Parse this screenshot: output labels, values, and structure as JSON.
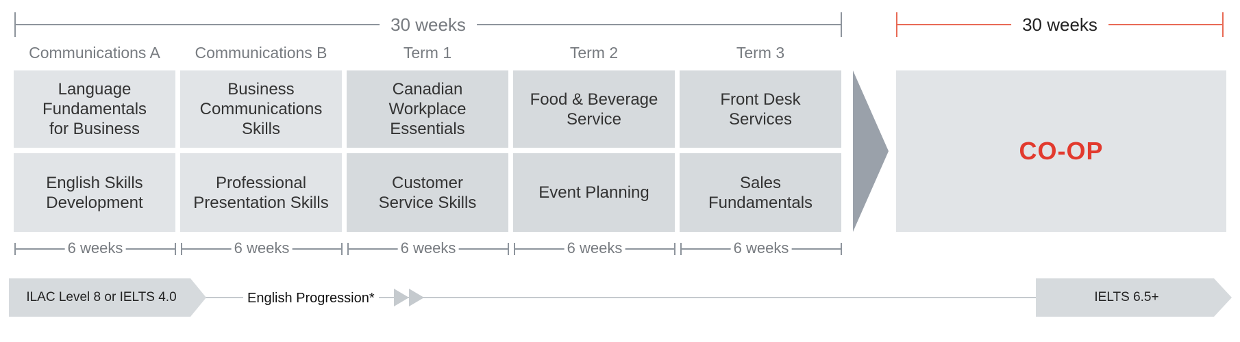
{
  "top": {
    "program_duration": "30 weeks",
    "coop_duration": "30 weeks"
  },
  "columns": [
    {
      "header": "Communications A",
      "top_course": "Language Fundamentals for Business",
      "bottom_course": "English Skills Development",
      "duration": "6 weeks"
    },
    {
      "header": "Communications B",
      "top_course": "Business Communications Skills",
      "bottom_course": "Professional Presentation Skills",
      "duration": "6 weeks"
    },
    {
      "header": "Term 1",
      "top_course": "Canadian Workplace Essentials",
      "bottom_course": "Customer Service Skills",
      "duration": "6 weeks"
    },
    {
      "header": "Term 2",
      "top_course": "Food & Beverage Service",
      "bottom_course": "Event Planning",
      "duration": "6 weeks"
    },
    {
      "header": "Term 3",
      "top_course": "Front Desk Services",
      "bottom_course": "Sales Fundamentals",
      "duration": "6 weeks"
    }
  ],
  "coop": {
    "label": "CO-OP"
  },
  "progression": {
    "start": "ILAC Level 8 or IELTS 4.0",
    "middle": "English Progression*",
    "end": "IELTS 6.5+"
  },
  "colors": {
    "bracket_gray": "#8d949c",
    "bracket_red": "#e86a55",
    "coop_red": "#e23a2e",
    "light_box": "#e1e4e7",
    "dark_box": "#d6dadd",
    "arrow": "#9aa1aa"
  }
}
